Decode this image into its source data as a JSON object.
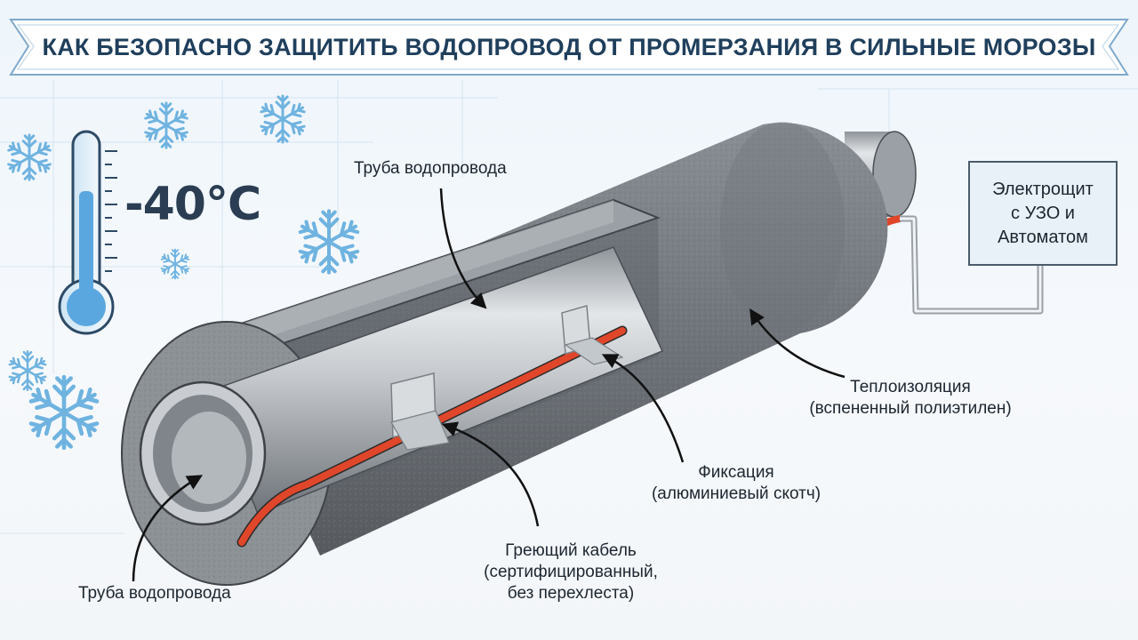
{
  "title": "КАК БЕЗОПАСНО ЗАЩИТИТЬ ВОДОПРОВОД ОТ ПРОМЕРЗАНИЯ В СИЛЬНЫЕ МОРОЗЫ",
  "temperature": "-40°C",
  "labels": {
    "pipe_top": "Труба водопровода",
    "pipe_bottom": "Труба водопровода",
    "insulation": [
      "Теплоизоляция",
      "(вспененный полиэтилен)"
    ],
    "fixation": [
      "Фиксация",
      "(алюминиевый скотч)"
    ],
    "cable": [
      "Греющий кабель",
      "(сертифицированный,",
      "без перехлеста)"
    ]
  },
  "panel": [
    "Электрощит",
    "с УЗО и",
    "Автоматом"
  ],
  "colors": {
    "title_text": "#1f3f5c",
    "foam": "#7a7f85",
    "pipe": "#b9bec3",
    "cable": "#e0462a",
    "thermometer_fluid": "#5aa7e0",
    "snowflake": "#6fb3e0"
  },
  "icons": [
    "snowflake-icon",
    "thermometer-icon"
  ]
}
